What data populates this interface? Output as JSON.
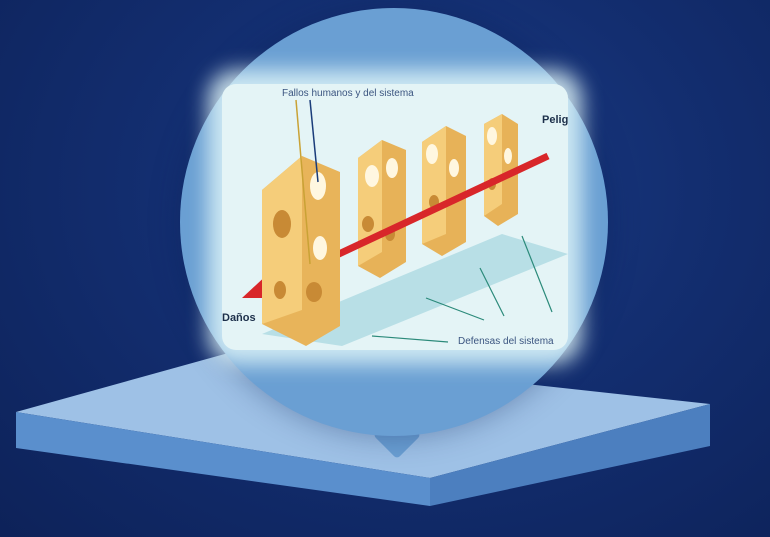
{
  "diagram": {
    "top_label": "Fallos humanos y del sistema",
    "hazard_label": "Peligros",
    "damage_label": "Daños",
    "defenses_label": "Defensas del sistema"
  },
  "colors": {
    "background": "#132e70",
    "bubble": "#6a9fd3",
    "platform_top": "#9ec1e6",
    "cheese": "#f5cd7a",
    "arrow": "#d8262a"
  },
  "icons": [
    "swiss-cheese-slice",
    "hazard-arrow",
    "pointer-line"
  ]
}
